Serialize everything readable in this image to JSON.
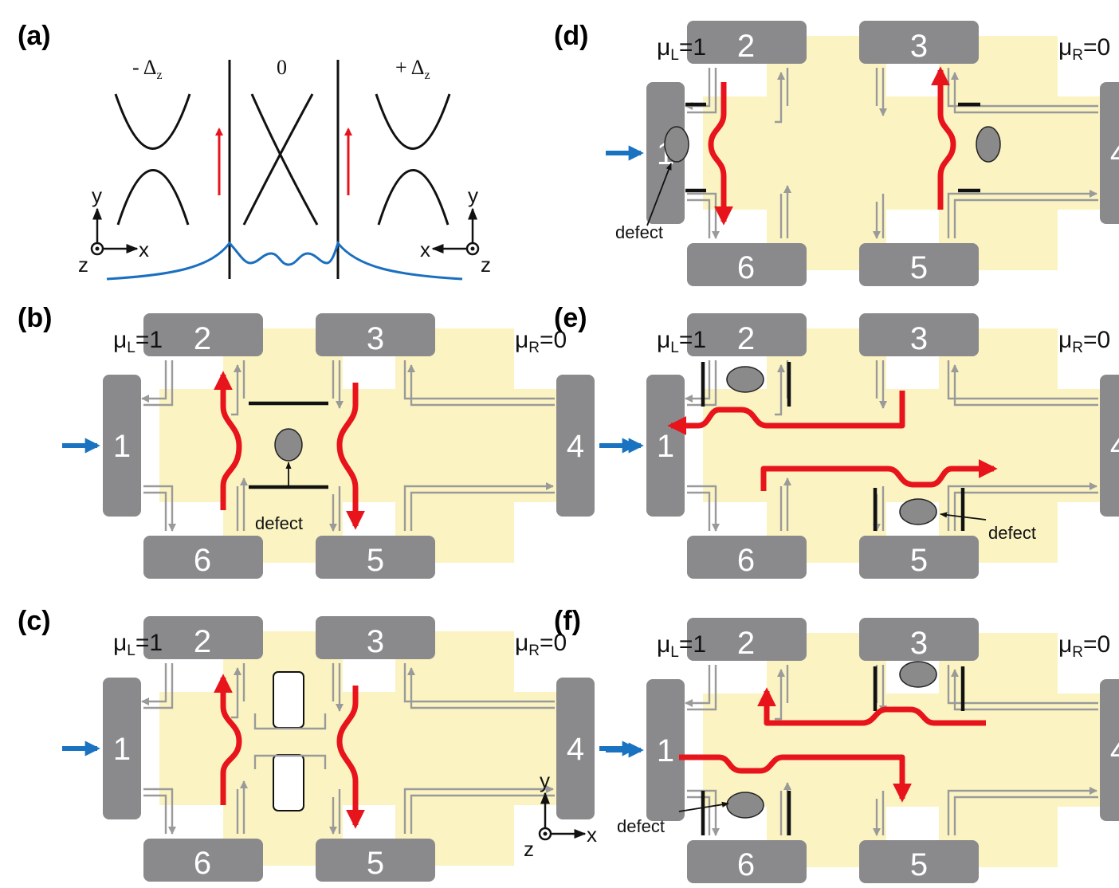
{
  "panel_labels": [
    "(a)",
    "(b)",
    "(c)",
    "(d)",
    "(e)",
    "(f)"
  ],
  "panel_a": {
    "left_label": "- Δ",
    "left_sub": "z",
    "middle_label": "0",
    "right_label": "+ Δ",
    "right_sub": "z",
    "axis_y": "y",
    "axis_x": "x",
    "axis_z": "z"
  },
  "mu_left": "μ",
  "mu_left_sub": "L",
  "mu_left_val": "=1",
  "mu_right": "μ",
  "mu_right_sub": "R",
  "mu_right_val": "=0",
  "terminals": [
    "1",
    "2",
    "3",
    "4",
    "5",
    "6"
  ],
  "defect_label": "defect",
  "axes_bottom": {
    "y": "y",
    "x": "x",
    "z": "z"
  },
  "colors": {
    "terminal": "#8a8a8c",
    "device": "#fbf4c2",
    "edge_channel": "#9a9a9a",
    "current": "#e8141c",
    "input_arrow": "#1a73c0",
    "wall": "#111111",
    "defect": "#8a8a8a",
    "wavefunction": "#1a6fc0",
    "spin_arrow": "#e8141c"
  }
}
